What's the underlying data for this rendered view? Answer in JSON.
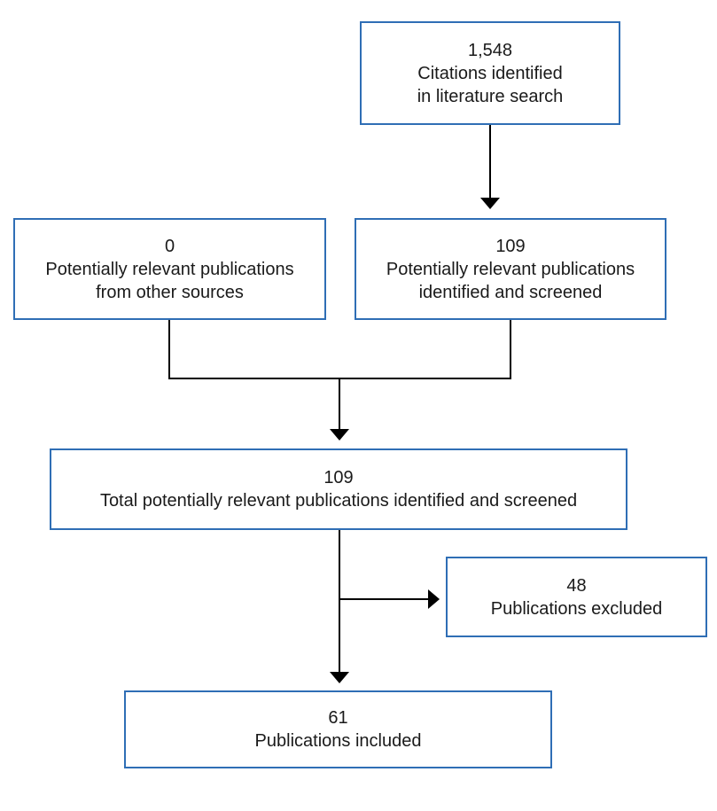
{
  "colors": {
    "box_border": "#2f6eb5",
    "connector": "#000000",
    "text": "#1a1a1a"
  },
  "boxes": {
    "search": {
      "count": "1,548",
      "lines": [
        "Citations identified",
        "in literature search"
      ]
    },
    "other_sources": {
      "count": "0",
      "lines": [
        "Potentially relevant publications",
        "from other sources"
      ]
    },
    "screened": {
      "count": "109",
      "lines": [
        "Potentially relevant publications",
        "identified and screened"
      ]
    },
    "total": {
      "count": "109",
      "lines": [
        "Total potentially relevant publications identified and screened"
      ]
    },
    "excluded": {
      "count": "48",
      "lines": [
        "Publications excluded"
      ]
    },
    "included": {
      "count": "61",
      "lines": [
        "Publications included"
      ]
    }
  }
}
